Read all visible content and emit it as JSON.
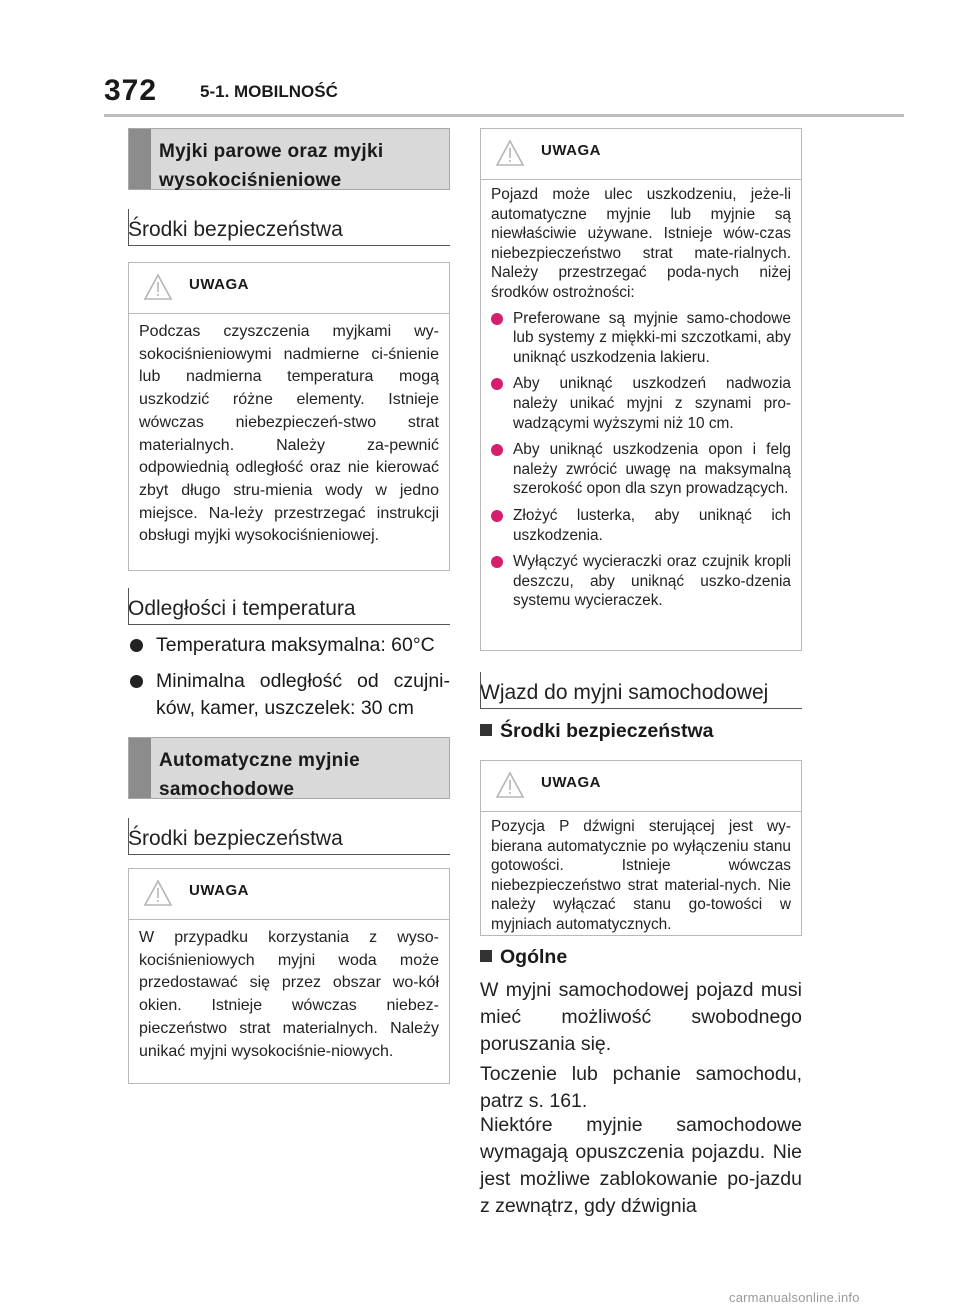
{
  "header": {
    "page_number": "372",
    "section": "5-1. MOBILNOŚĆ"
  },
  "left": {
    "block1_title": "Myjki parowe oraz myjki wysokociśnieniowe",
    "sub1": "Środki bezpieczeństwa",
    "warn1": {
      "label": "UWAGA",
      "text": "Podczas czyszczenia myjkami wy-sokociśnieniowymi nadmierne ci-śnienie lub nadmierna temperatura mogą uszkodzić różne elementy. Istnieje wówczas niebezpieczeń-stwo strat materialnych. Należy za-pewnić odpowiednią odległość oraz nie kierować zbyt długo stru-mienia wody w jedno miejsce. Na-leży przestrzegać instrukcji obsługi myjki wysokociśnieniowej."
    },
    "sub2": "Odległości i temperatura",
    "bullets": [
      "Temperatura maksymalna: 60°C",
      "Minimalna odległość od czujni-ków, kamer, uszczelek: 30 cm"
    ],
    "block2_title": "Automatyczne myjnie samochodowe",
    "sub3": "Środki bezpieczeństwa",
    "warn2": {
      "label": "UWAGA",
      "text": "W przypadku korzystania z wyso-kociśnieniowych myjni woda może przedostawać się przez obszar wo-kół okien. Istnieje wówczas niebez-pieczeństwo strat materialnych. Należy unikać myjni wysokociśnie-niowych."
    }
  },
  "right": {
    "warn3": {
      "label": "UWAGA",
      "intro": "Pojazd może ulec uszkodzeniu, jeże-li automatyczne myjnie lub myjnie są niewłaściwie używane. Istnieje wów-czas niebezpieczeństwo strat mate-rialnych. Należy przestrzegać poda-nych niżej środków ostrożności:",
      "items": [
        "Preferowane są myjnie samo-chodowe lub systemy z miękki-mi szczotkami, aby uniknąć uszkodzenia lakieru.",
        "Aby uniknąć uszkodzeń nadwozia należy unikać myjni z szynami pro-wadzącymi wyższymi niż 10 cm.",
        "Aby uniknąć uszkodzenia opon i felg należy zwrócić uwagę na maksymalną szerokość opon dla szyn prowadzących.",
        "Złożyć lusterka, aby uniknąć ich uszkodzenia.",
        "Wyłączyć wycieraczki oraz czujnik kropli deszczu, aby uniknąć uszko-dzenia systemu wycieraczek."
      ]
    },
    "sub4": "Wjazd do myjni samochodowej",
    "head1": "Środki bezpieczeństwa",
    "warn4": {
      "label": "UWAGA",
      "text": "Pozycja P dźwigni sterującej jest wy-bierana automatycznie po wyłączeniu stanu gotowości. Istnieje wówczas niebezpieczeństwo strat material-nych. Nie należy wyłączać stanu go-towości w myjniach automatycznych."
    },
    "head2": "Ogólne",
    "para1": "W myjni samochodowej pojazd musi mieć możliwość swobodnego poruszania się.",
    "para2": "Toczenie lub pchanie samochodu, patrz s. 161.",
    "para3": "Niektóre myjnie samochodowe wymagają opuszczenia pojazdu. Nie jest możliwe zablokowanie po-jazdu z zewnątrz, gdy dźwignia"
  },
  "watermark": "carmanualsonline.info",
  "colors": {
    "bullet_accent": "#d51f6d",
    "gray_block": "#d9d9d9",
    "gray_bar": "#8c8c8c"
  }
}
